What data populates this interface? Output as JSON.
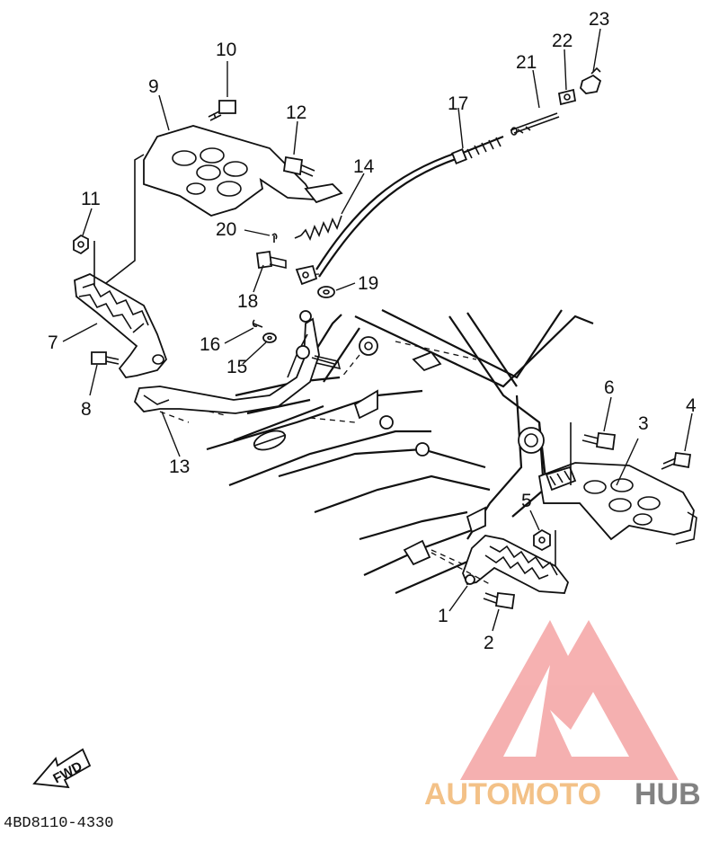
{
  "diagram_code": "4BD8110-4330",
  "fwd_label": "FWD",
  "watermark": {
    "part1": "AUTOMOTO",
    "part2": "HUB",
    "accent": "#f4a3a3"
  },
  "callouts": [
    "1",
    "2",
    "3",
    "4",
    "5",
    "6",
    "7",
    "8",
    "9",
    "10",
    "11",
    "12",
    "13",
    "14",
    "15",
    "16",
    "17",
    "18",
    "19",
    "20",
    "21",
    "22",
    "23"
  ]
}
